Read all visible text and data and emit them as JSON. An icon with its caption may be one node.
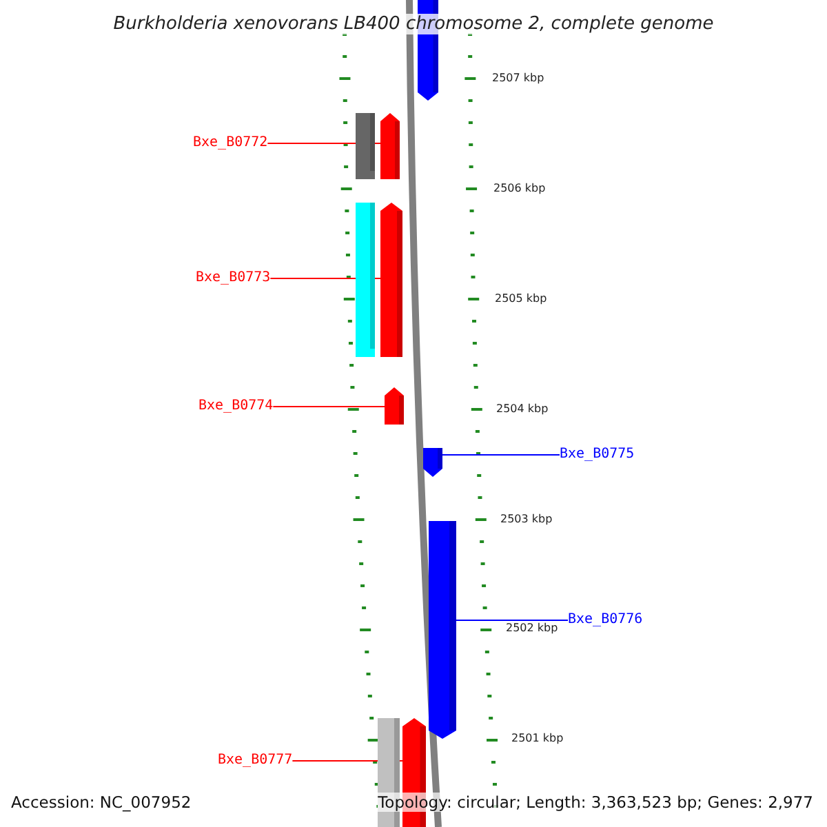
{
  "diagram": {
    "title": "Burkholderia xenovorans LB400 chromosome 2, complete genome",
    "nodes": [
      {
        "text": [],
        "shape": "arrow"
      },
      {
        "text": [
          "Bxe_B0772"
        ]
      },
      {
        "text": [],
        "shape": "bar"
      },
      {
        "text": [],
        "shape": "arrow"
      },
      {
        "text": [
          "Bxe_B0773"
        ]
      },
      {
        "text": [],
        "shape": "bar"
      },
      {
        "text": [],
        "shape": "arrow"
      },
      {
        "text": [
          "Bxe_B0774"
        ]
      },
      {
        "text": [],
        "shape": "arrow"
      },
      {
        "text": [
          "Bxe_B0775"
        ]
      },
      {
        "text": [],
        "shape": "arrow"
      },
      {
        "text": [
          "Bxe_B0776"
        ]
      },
      {
        "text": [],
        "shape": "arrow"
      },
      {
        "text": [
          "Bxe_B0777"
        ]
      },
      {
        "text": [],
        "shape": "bar"
      },
      {
        "text": [],
        "shape": "arrow"
      }
    ],
    "edges": [
      {
        "from": 1,
        "to": 3,
        "arrow": "none"
      },
      {
        "from": 4,
        "to": 6,
        "arrow": "none"
      },
      {
        "from": 7,
        "to": 8,
        "arrow": "none"
      },
      {
        "from": 9,
        "to": 10,
        "arrow": "none",
        "color": "#0000ff"
      },
      {
        "from": 11,
        "to": 12,
        "arrow": "none",
        "color": "#0000ff"
      },
      {
        "from": 13,
        "to": 15,
        "arrow": "none"
      }
    ],
    "labels": [
      "2507 kbp",
      "2506 kbp",
      "2505 kbp",
      "2504 kbp",
      "2503 kbp",
      "2502 kbp",
      "2501 kbp",
      "Accession: NC_007952",
      "Topology: circular; Length: 3,363,523 bp; Genes: 2,977"
    ]
  }
}
